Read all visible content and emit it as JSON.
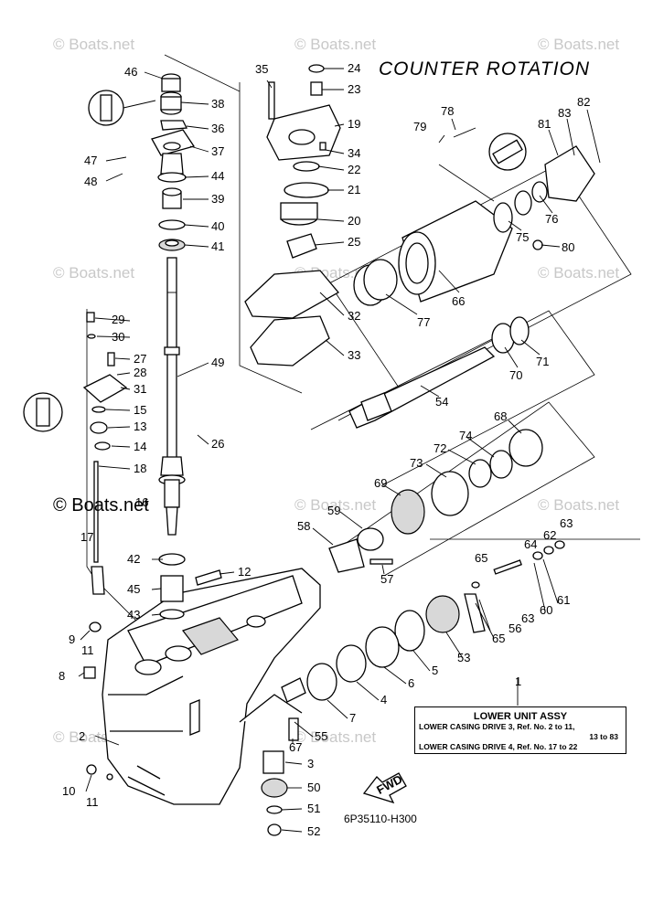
{
  "watermark_text": "© Boats.net",
  "main_watermark": "© Boats.net",
  "title": "COUNTER ROTATION",
  "drawing_code": "6P35110-H300",
  "fwd_label": "FWD",
  "assembly": {
    "ref_number": "1",
    "title": "LOWER UNIT ASSY",
    "row1": "LOWER CASING DRIVE 3, Ref. No. 2 to 11,",
    "row1_cont": "13 to 83",
    "row2": "LOWER CASING DRIVE 4, Ref. No. 17 to 22"
  },
  "callouts": [
    "46",
    "38",
    "36",
    "37",
    "47",
    "48",
    "44",
    "39",
    "40",
    "41",
    "35",
    "24",
    "23",
    "19",
    "34",
    "22",
    "21",
    "20",
    "25",
    "32",
    "33",
    "78",
    "79",
    "82",
    "83",
    "81",
    "76",
    "75",
    "80",
    "66",
    "77",
    "71",
    "70",
    "54",
    "68",
    "74",
    "72",
    "73",
    "69",
    "59",
    "58",
    "57",
    "63",
    "62",
    "64",
    "65",
    "60",
    "61",
    "63",
    "56",
    "65",
    "53",
    "29",
    "30",
    "27",
    "28",
    "31",
    "15",
    "13",
    "14",
    "18",
    "26",
    "49",
    "16",
    "17",
    "42",
    "12",
    "45",
    "43",
    "9",
    "11",
    "8",
    "2",
    "10",
    "11",
    "55",
    "3",
    "50",
    "51",
    "52",
    "67",
    "5",
    "6",
    "4",
    "7"
  ],
  "colors": {
    "line": "#000000",
    "watermark": "#c8c8c8",
    "background": "#ffffff"
  }
}
